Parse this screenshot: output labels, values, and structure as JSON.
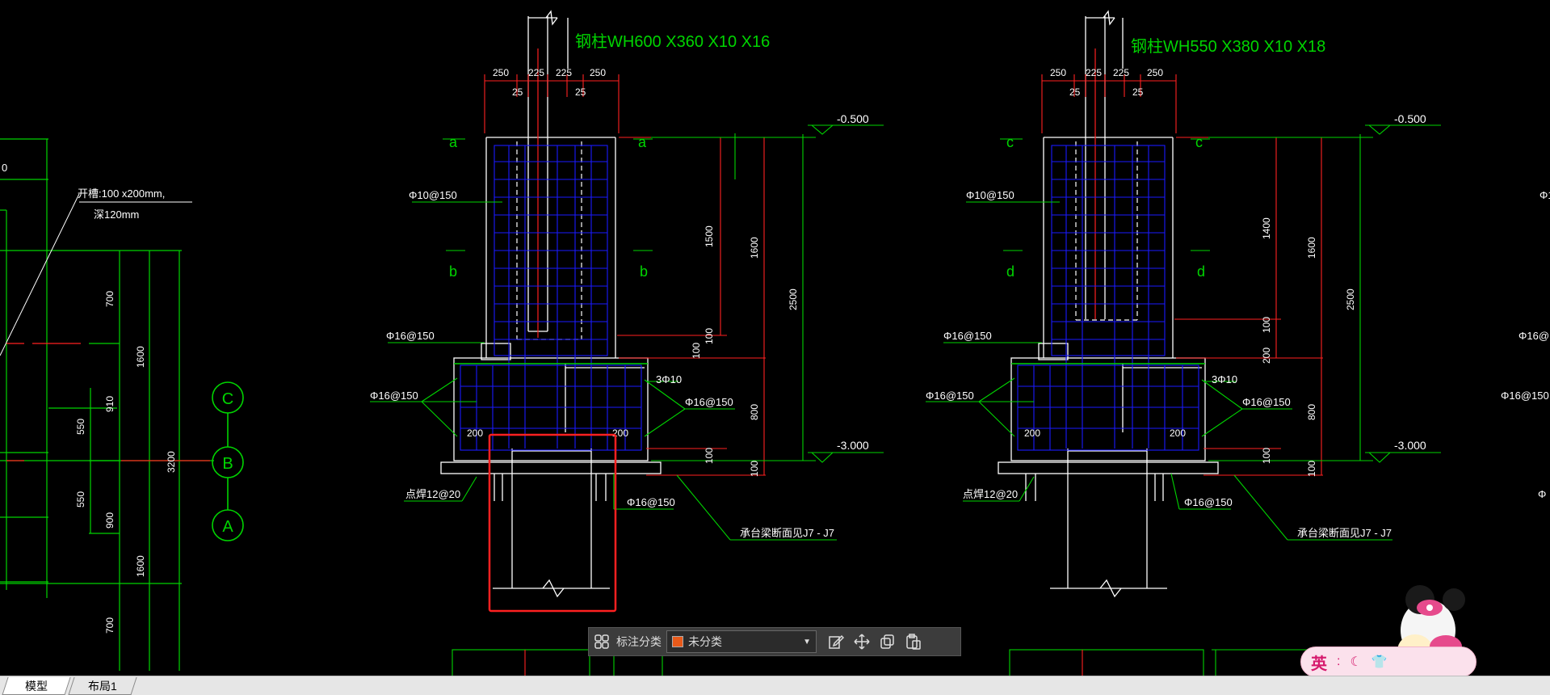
{
  "drawing": {
    "left_column_label": "钢柱WH600 X360 X10 X16",
    "right_column_label": "钢柱WH550 X380 X10 X18",
    "dim_250": "250",
    "dim_225": "225",
    "dim_25": "25",
    "elev_top": "-0.500",
    "elev_bottom": "-3.000",
    "sec_a": "a",
    "sec_b": "b",
    "sec_c": "c",
    "sec_d": "d",
    "rebar_10_150": "Φ10@150",
    "rebar_16_150": "Φ16@150",
    "rebar_3_10": "3Φ10",
    "rebar_12_20": "点焊12@20",
    "cap_beam_note": "承台梁断面见J7 - J7",
    "dim_200": "200",
    "dim_1500": "1500",
    "dim_1400": "1400",
    "dim_1600": "1600",
    "dim_2500": "2500",
    "dim_100": "100",
    "dim_800": "800",
    "dim_700": "700",
    "dim_900": "900",
    "dim_910": "910",
    "dim_550": "550",
    "dim_3200": "3200",
    "groove_note_1": "开槽:100 x200mm,",
    "groove_note_2": "深120mm",
    "axis_c": "C",
    "axis_b": "B",
    "axis_a": "A",
    "partial_left": "0",
    "partial_right_1": "Φ1",
    "partial_right_2": "Φ16@1",
    "partial_right_3": "Φ16@150",
    "partial_right_4": "Φ"
  },
  "toolbar": {
    "category_label": "标注分类",
    "category_value": "未分类",
    "category_color": "#e85a1a"
  },
  "tabs": {
    "model": "模型",
    "layout1": "布局1"
  },
  "ime": {
    "language": "英"
  }
}
